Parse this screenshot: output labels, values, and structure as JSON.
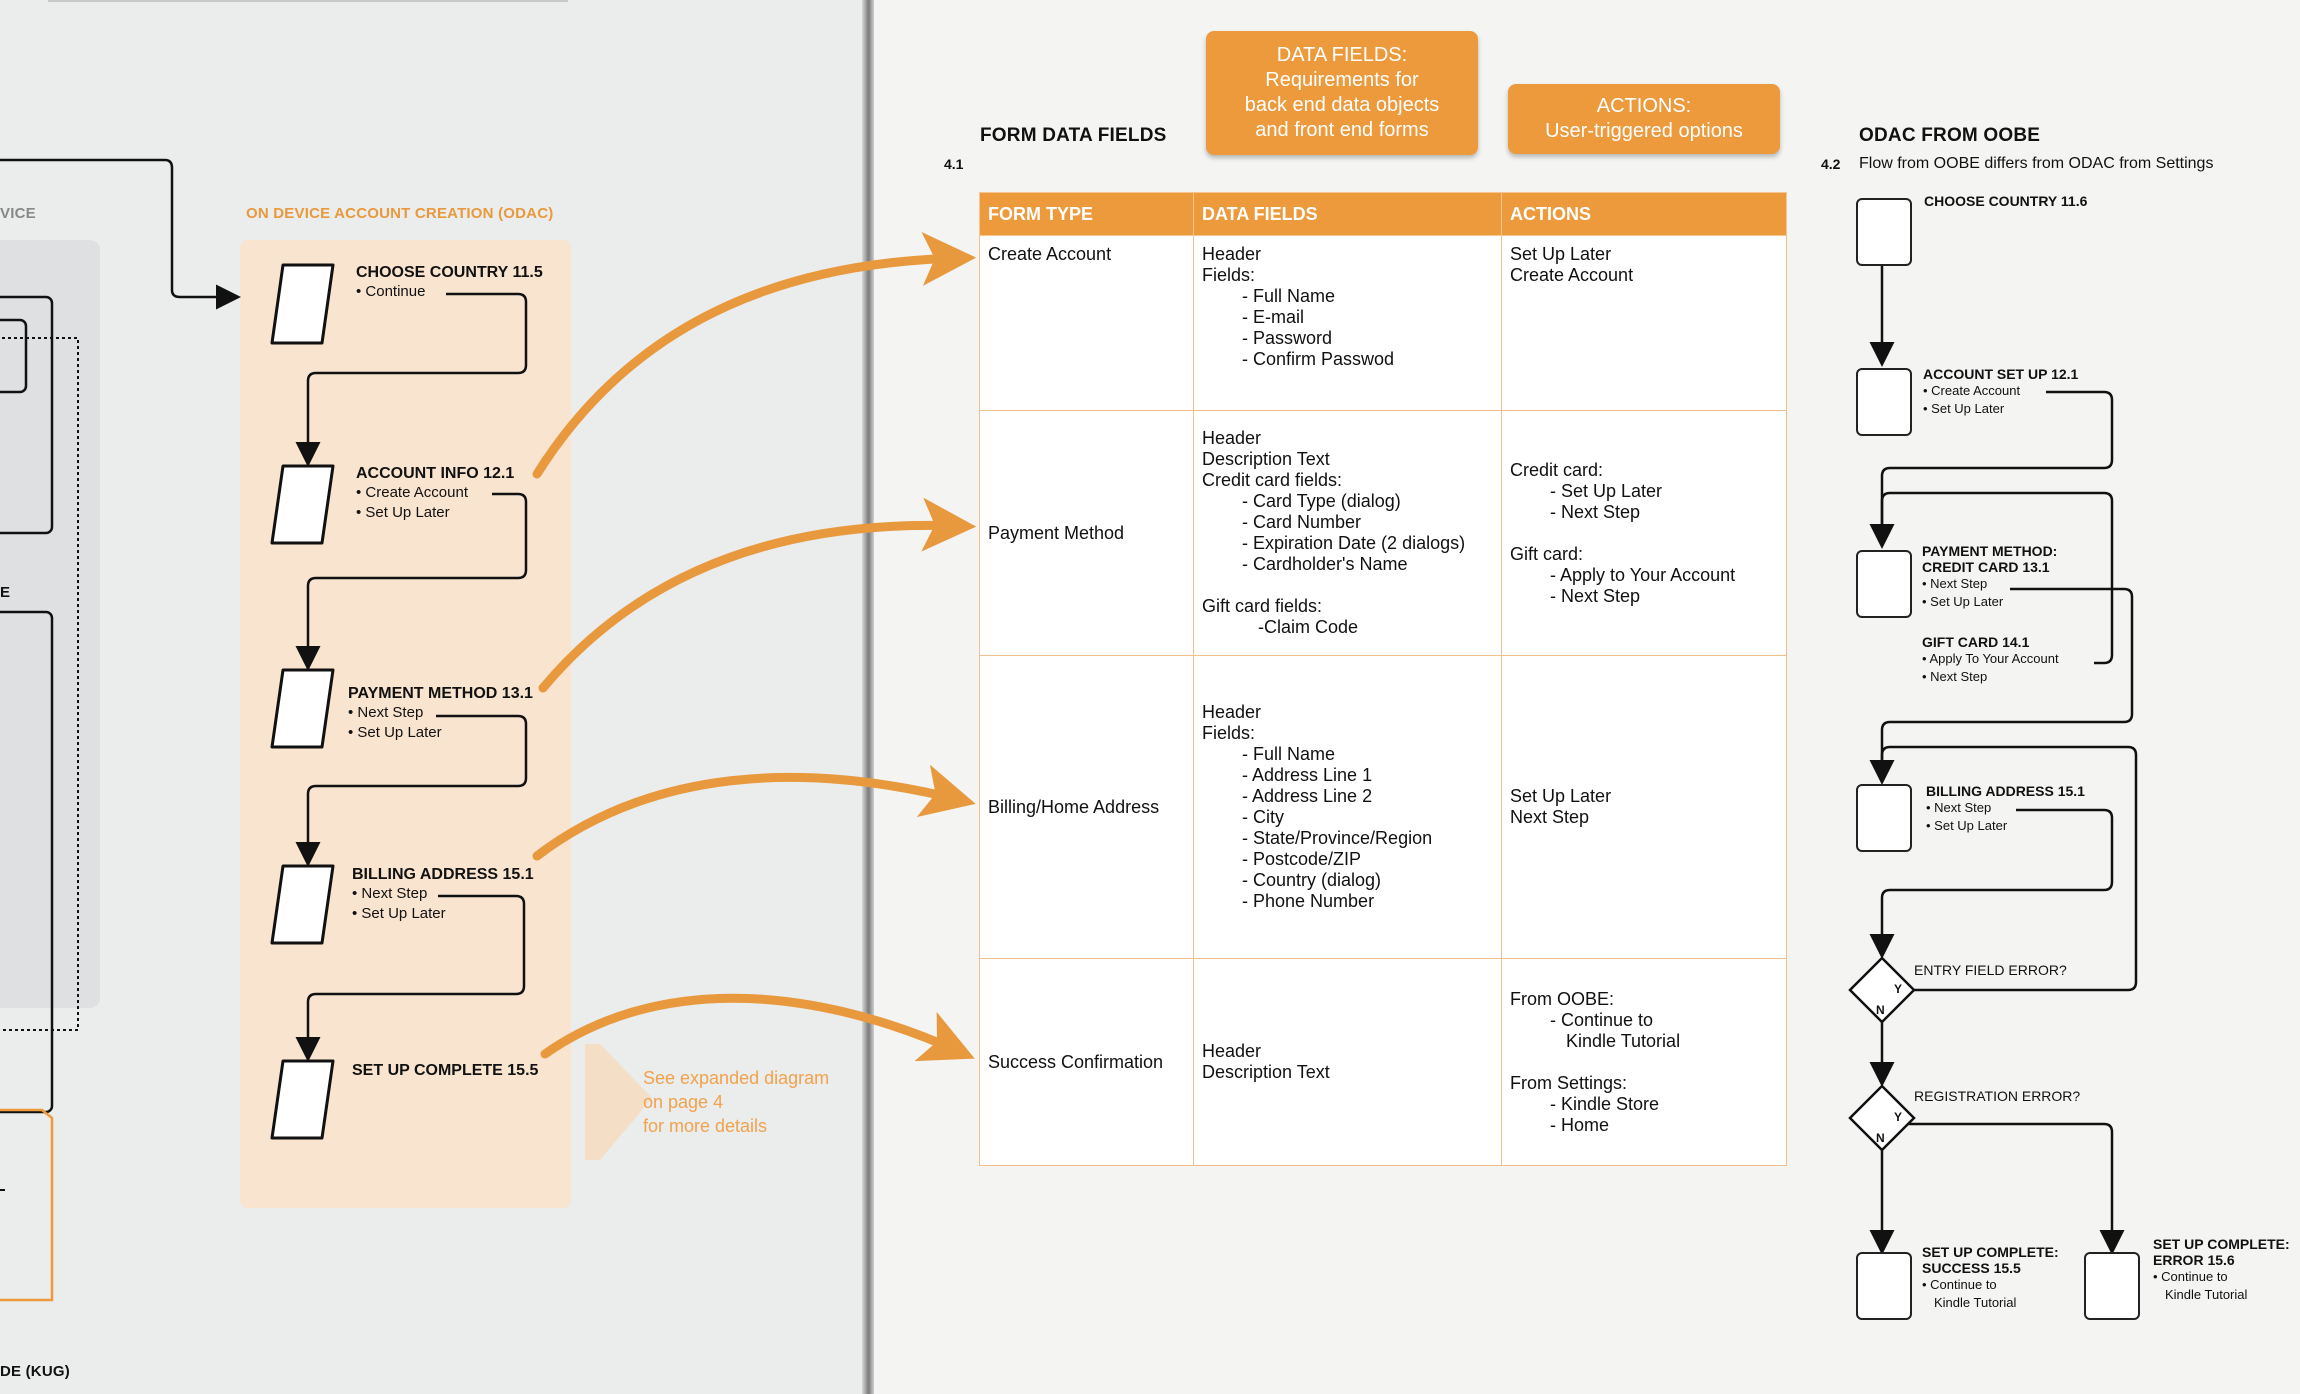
{
  "left": {
    "device_label_fragment": "VICE",
    "e_fragment": "E",
    "odac_label": "ON DEVICE ACCOUNT CREATION (ODAC)",
    "footer_fragment": "DE (KUG)",
    "steps": [
      {
        "title": "CHOOSE COUNTRY 11.5",
        "bullets": [
          "• Continue"
        ]
      },
      {
        "title": "ACCOUNT INFO 12.1",
        "bullets": [
          "• Create Account",
          "• Set Up Later"
        ]
      },
      {
        "title": "PAYMENT METHOD 13.1",
        "bullets": [
          "• Next Step",
          "• Set Up Later"
        ]
      },
      {
        "title": "BILLING ADDRESS 15.1",
        "bullets": [
          "• Next Step",
          "• Set Up Later"
        ]
      },
      {
        "title": "SET UP COMPLETE 15.5",
        "bullets": []
      }
    ],
    "expand_note": [
      "See expanded diagram",
      "on page  4",
      "for more details"
    ]
  },
  "callouts": {
    "data_fields": [
      "DATA FIELDS:",
      "Requirements for",
      "back end data objects",
      "and front end forms"
    ],
    "actions": [
      "ACTIONS:",
      "User-triggered options"
    ]
  },
  "form_section": {
    "title": "FORM DATA FIELDS",
    "number": "4.1",
    "headers": [
      "FORM TYPE",
      "DATA FIELDS",
      "ACTIONS"
    ],
    "rows": [
      {
        "form_type": "Create Account",
        "data_fields": [
          {
            "t": "Header",
            "i": 0
          },
          {
            "t": "Fields:",
            "i": 0
          },
          {
            "t": "- Full Name",
            "i": 1
          },
          {
            "t": "- E-mail",
            "i": 1
          },
          {
            "t": "- Password",
            "i": 1
          },
          {
            "t": "- Confirm Passwod",
            "i": 1
          }
        ],
        "actions": [
          {
            "t": "Set Up Later",
            "i": 0
          },
          {
            "t": "Create Account",
            "i": 0
          }
        ]
      },
      {
        "form_type": "Payment Method",
        "data_fields": [
          {
            "t": "Header",
            "i": 0
          },
          {
            "t": "Description Text",
            "i": 0
          },
          {
            "t": "Credit card fields:",
            "i": 0
          },
          {
            "t": "- Card Type (dialog)",
            "i": 1
          },
          {
            "t": "- Card Number",
            "i": 1
          },
          {
            "t": "- Expiration Date (2 dialogs)",
            "i": 1
          },
          {
            "t": "- Cardholder's Name",
            "i": 1
          },
          {
            "t": "",
            "i": 0
          },
          {
            "t": "Gift card fields:",
            "i": 0
          },
          {
            "t": "-Claim Code",
            "i": 2
          }
        ],
        "actions": [
          {
            "t": "Credit card:",
            "i": 0
          },
          {
            "t": "- Set Up Later",
            "i": 1
          },
          {
            "t": "- Next Step",
            "i": 1
          },
          {
            "t": "",
            "i": 0
          },
          {
            "t": "Gift card:",
            "i": 0
          },
          {
            "t": "- Apply to Your Account",
            "i": 1
          },
          {
            "t": "- Next Step",
            "i": 1
          }
        ]
      },
      {
        "form_type": "Billing/Home Address",
        "data_fields": [
          {
            "t": "Header",
            "i": 0
          },
          {
            "t": "Fields:",
            "i": 0
          },
          {
            "t": "- Full Name",
            "i": 1
          },
          {
            "t": "- Address Line 1",
            "i": 1
          },
          {
            "t": "- Address Line 2",
            "i": 1
          },
          {
            "t": "- City",
            "i": 1
          },
          {
            "t": "- State/Province/Region",
            "i": 1
          },
          {
            "t": "- Postcode/ZIP",
            "i": 1
          },
          {
            "t": "- Country (dialog)",
            "i": 1
          },
          {
            "t": "- Phone Number",
            "i": 1
          }
        ],
        "actions": [
          {
            "t": "Set Up Later",
            "i": 0
          },
          {
            "t": "Next Step",
            "i": 0
          }
        ]
      },
      {
        "form_type": "Success Confirmation",
        "data_fields": [
          {
            "t": "Header",
            "i": 0
          },
          {
            "t": "Description Text",
            "i": 0
          }
        ],
        "actions": [
          {
            "t": "From OOBE:",
            "i": 0
          },
          {
            "t": "- Continue to",
            "i": 1
          },
          {
            "t": "Kindle Tutorial",
            "i": 2
          },
          {
            "t": "",
            "i": 0
          },
          {
            "t": "From Settings:",
            "i": 0
          },
          {
            "t": "- Kindle Store",
            "i": 1
          },
          {
            "t": "- Home",
            "i": 1
          }
        ]
      }
    ]
  },
  "odac_oobe": {
    "title": "ODAC FROM OOBE",
    "number": "4.2",
    "subtitle": "Flow from OOBE differs from ODAC from Settings",
    "choose_country": "CHOOSE COUNTRY   11.6",
    "account_setup": {
      "title": "ACCOUNT SET UP   12.1",
      "bullets": [
        "• Create Account",
        "• Set Up Later"
      ]
    },
    "payment": {
      "title_lines": [
        "PAYMENT METHOD:",
        "CREDIT CARD  13.1"
      ],
      "bullets": [
        "• Next Step",
        "• Set Up Later"
      ]
    },
    "gift_card": {
      "title": "GIFT CARD   14.1",
      "bullets": [
        "• Apply To Your Account",
        "• Next Step"
      ]
    },
    "billing": {
      "title": "BILLING ADDRESS   15.1",
      "bullets": [
        "• Next Step",
        "• Set Up Later"
      ]
    },
    "entry_error": "ENTRY FIELD ERROR?",
    "registration_error": "REGISTRATION ERROR?",
    "yes": "Y",
    "no": "N",
    "success": {
      "title_lines": [
        "SET UP COMPLETE:",
        "SUCCESS  15.5"
      ],
      "bullets": [
        "• Continue to",
        "Kindle Tutorial"
      ]
    },
    "error": {
      "title_lines": [
        "SET UP COMPLETE:",
        "ERROR 15.6"
      ],
      "bullets": [
        "• Continue to",
        "Kindle Tutorial"
      ]
    }
  },
  "colors": {
    "accent": "#ec9a3c",
    "panel": "#f9e4cf",
    "arrow": "#e8993d"
  }
}
